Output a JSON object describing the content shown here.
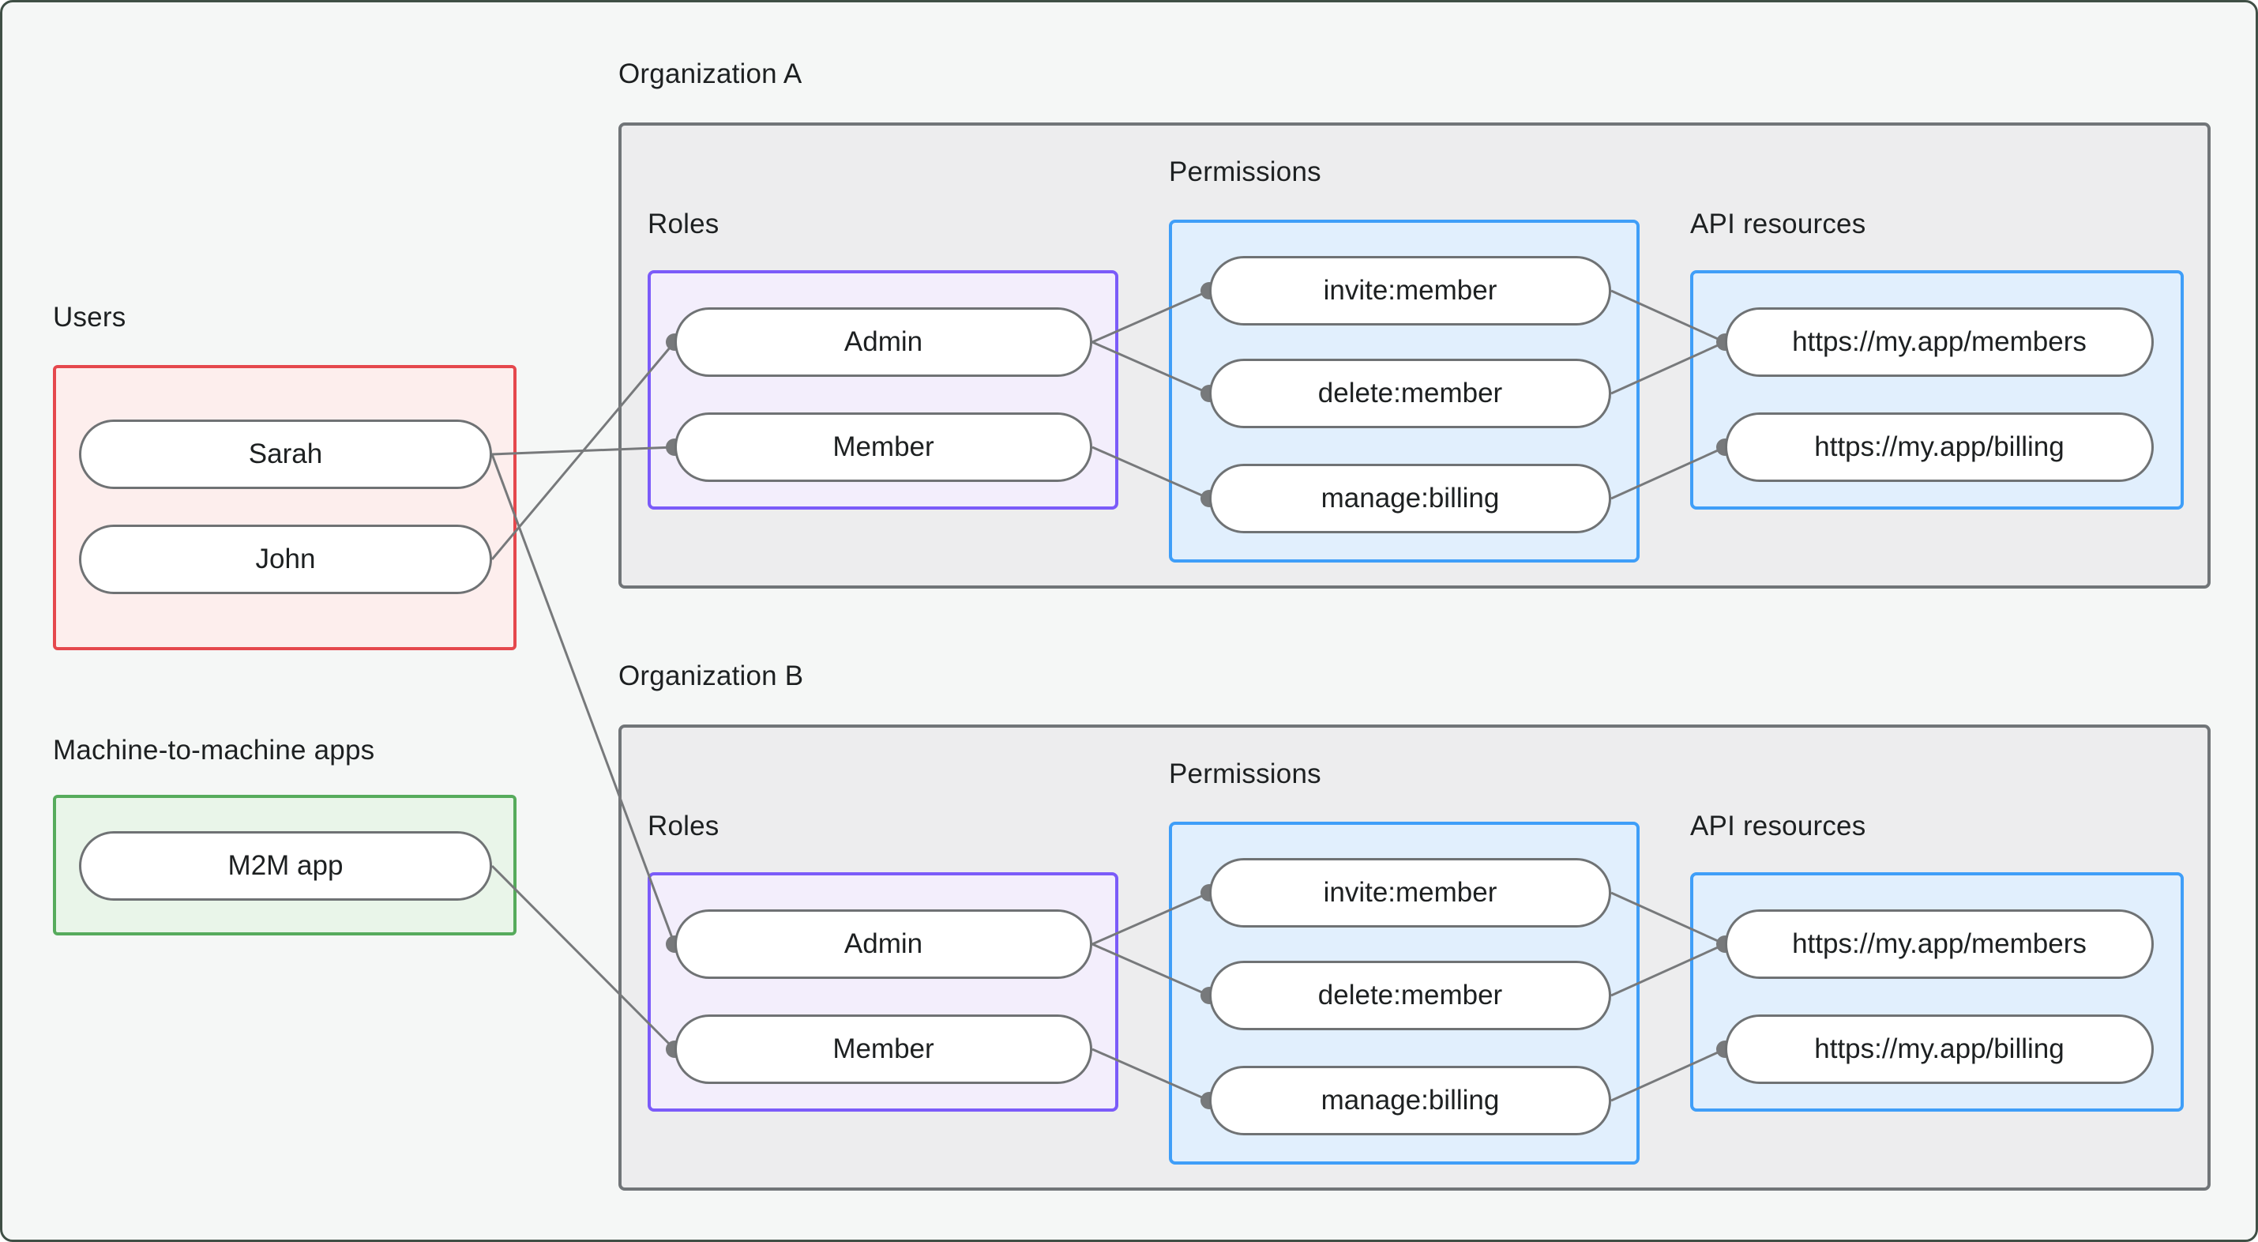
{
  "colors": {
    "page_bg": "#f5f7f6",
    "frame_border": "#3f4f45",
    "org_fill": "#ededee",
    "org_border": "#717578",
    "users_fill": "#fdeeed",
    "users_border": "#e5484d",
    "m2m_fill": "#e9f5e9",
    "m2m_border": "#56ab5c",
    "roles_fill": "#f3eefc",
    "roles_border": "#7b5bf9",
    "blue_fill": "#e1effd",
    "blue_border": "#3f9ef8",
    "pill_fill": "#ffffff",
    "pill_border": "#6f7274",
    "edge": "#77797b",
    "text": "#1d2021"
  },
  "users": {
    "label": "Users",
    "items": [
      "Sarah",
      "John"
    ]
  },
  "m2m": {
    "label": "Machine-to-machine apps",
    "items": [
      "M2M app"
    ]
  },
  "org_a": {
    "title": "Organization A",
    "roles_label": "Roles",
    "permissions_label": "Permissions",
    "api_label": "API resources",
    "roles": [
      "Admin",
      "Member"
    ],
    "permissions": [
      "invite:member",
      "delete:member",
      "manage:billing"
    ],
    "api_resources": [
      "https://my.app/members",
      "https://my.app/billing"
    ]
  },
  "org_b": {
    "title": "Organization B",
    "roles_label": "Roles",
    "permissions_label": "Permissions",
    "api_label": "API resources",
    "roles": [
      "Admin",
      "Member"
    ],
    "permissions": [
      "invite:member",
      "delete:member",
      "manage:billing"
    ],
    "api_resources": [
      "https://my.app/members",
      "https://my.app/billing"
    ]
  },
  "edges": [
    {
      "from": "Sarah",
      "to": "Organization A / Member"
    },
    {
      "from": "John",
      "to": "Organization A / Admin"
    },
    {
      "from": "Sarah",
      "to": "Organization B / Admin"
    },
    {
      "from": "M2M app",
      "to": "Organization B / Member"
    },
    {
      "from": "Organization A / Admin",
      "to": "Organization A / invite:member"
    },
    {
      "from": "Organization A / Admin",
      "to": "Organization A / delete:member"
    },
    {
      "from": "Organization A / Member",
      "to": "Organization A / manage:billing"
    },
    {
      "from": "Organization A / invite:member",
      "to": "Organization A / https://my.app/members"
    },
    {
      "from": "Organization A / delete:member",
      "to": "Organization A / https://my.app/members"
    },
    {
      "from": "Organization A / manage:billing",
      "to": "Organization A / https://my.app/billing"
    },
    {
      "from": "Organization B / Admin",
      "to": "Organization B / invite:member"
    },
    {
      "from": "Organization B / Admin",
      "to": "Organization B / delete:member"
    },
    {
      "from": "Organization B / Member",
      "to": "Organization B / manage:billing"
    },
    {
      "from": "Organization B / invite:member",
      "to": "Organization B / https://my.app/members"
    },
    {
      "from": "Organization B / delete:member",
      "to": "Organization B / https://my.app/members"
    },
    {
      "from": "Organization B / manage:billing",
      "to": "Organization B / https://my.app/billing"
    }
  ]
}
